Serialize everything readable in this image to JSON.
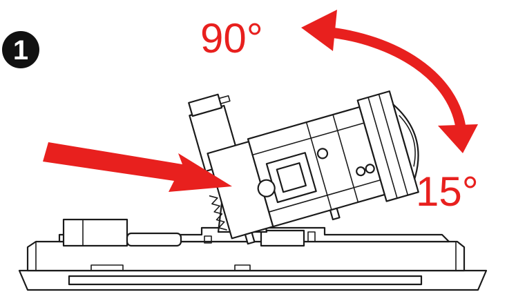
{
  "step": {
    "number": "1"
  },
  "angles": {
    "max_label": "90°",
    "min_label": "15°"
  },
  "colors": {
    "accent": "#e8201e",
    "line": "#1a1a1a",
    "background": "#ffffff"
  },
  "icons": {
    "step_badge": "filled-circle-number-icon",
    "rotation_arrow": "double-headed-curved-arrow-icon",
    "pointer_arrow": "red-pointer-arrow-icon"
  }
}
